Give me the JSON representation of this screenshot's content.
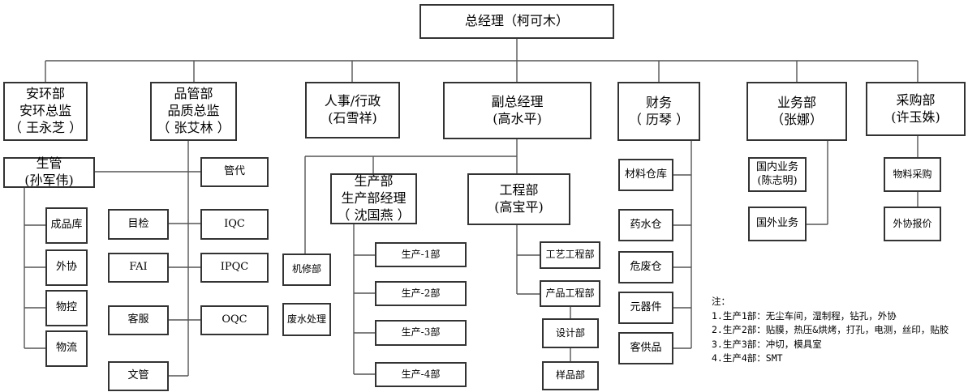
{
  "org": {
    "gm": [
      "总经理（柯可木）"
    ],
    "anhuan": [
      "安环部",
      "安环总监",
      "（ 王永芝 ）"
    ],
    "pinguan": [
      "品管部",
      "品质总监",
      "（ 张艾林 ）"
    ],
    "renshi": [
      "人事/行政",
      "(石雪祥)"
    ],
    "fuzong": [
      "副总经理",
      "(高水平)"
    ],
    "caiwu": [
      "财务",
      "（ 历琴 ）"
    ],
    "yewu": [
      "业务部",
      "（张娜）"
    ],
    "caigou": [
      "采购部",
      "(许玉姝)"
    ],
    "shengguan": [
      "生管",
      "(孙军伟)"
    ],
    "chengpinku": [
      "成品库"
    ],
    "waixie": [
      "外协"
    ],
    "wukong": [
      "物控"
    ],
    "wuliu": [
      "物流"
    ],
    "mujian": [
      "目检"
    ],
    "fai": [
      "FAI"
    ],
    "kefu": [
      "客服"
    ],
    "wenguan": [
      "文管"
    ],
    "guandai": [
      "管代"
    ],
    "iqc": [
      "IQC"
    ],
    "ipqc": [
      "IPQC"
    ],
    "oqc": [
      "OQC"
    ],
    "jixiu": [
      "机修部"
    ],
    "feishui": [
      "废水处理"
    ],
    "shengchanbu": [
      "生产部",
      "生产部经理",
      "（ 沈国燕 ）"
    ],
    "sc1": [
      "生产-1部"
    ],
    "sc2": [
      "生产-2部"
    ],
    "sc3": [
      "生产-3部"
    ],
    "sc4": [
      "生产-4部"
    ],
    "gongcheng": [
      "工程部",
      "(高宝平)"
    ],
    "gongyi": [
      "工艺工程部"
    ],
    "chanpin": [
      "产品工程部"
    ],
    "sheji": [
      "设计部"
    ],
    "yangpin": [
      "样品部"
    ],
    "cailiao": [
      "材料仓库"
    ],
    "yaoshui": [
      "药水仓"
    ],
    "weifei": [
      "危废仓"
    ],
    "yuanqijian": [
      "元器件"
    ],
    "kegong": [
      "客供品"
    ],
    "guonei": [
      "国内业务",
      "(陈志明)"
    ],
    "guowai": [
      "国外业务"
    ],
    "wuliaocaigou": [
      "物料采购"
    ],
    "waixiebaojia": [
      "外协报价"
    ]
  },
  "notes": [
    "注：",
    "1.生产1部：无尘车间，湿制程，钻孔，外协",
    "2.生产2部：贴膜，热压&烘烤，打孔，电测，丝印，贴胶",
    "3.生产3部：冲切，模具室",
    "4.生产4部：SMT"
  ]
}
